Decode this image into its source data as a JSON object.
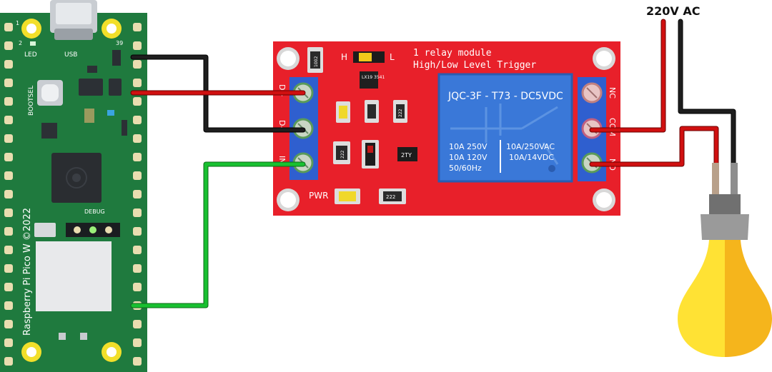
{
  "supply": {
    "label": "220V AC"
  },
  "pico": {
    "name": "Raspberry Pi Pico W ©2022",
    "led_label": "LED",
    "usb_label": "USB",
    "bootsel_label": "BOOTSEL",
    "debug_label": "DEBUG",
    "pin_1": "1",
    "pin_2": "2",
    "pin_39": "39"
  },
  "relay": {
    "title_line1": "1 relay module",
    "title_line2": "High/Low Level Trigger",
    "jumper_high": "H",
    "jumper_low": "L",
    "pwr_label": "PWR",
    "chip_label": "LX19 3541",
    "resistor_1002": "1002",
    "resistor_222": "222",
    "transistor": "2TY",
    "input_pins": [
      "D+",
      "D-",
      "IN"
    ],
    "output_pins": [
      "NC",
      "COM",
      "NO"
    ],
    "relay_model": "JQC-3F - T73 - DC5VDC",
    "rating_left": [
      "10A 250V",
      "10A 120V",
      "50/60Hz"
    ],
    "rating_right": [
      "10A/250VAC",
      "10A/14VDC"
    ]
  },
  "colors": {
    "pico_board": "#1f7a3e",
    "relay_board": "#e8202a",
    "relay_body": "#3a78d8",
    "wire_red": "#d01010",
    "wire_black": "#151515",
    "wire_green": "#18c030",
    "bulb_light": "#ffe234",
    "bulb_shade": "#f5b51c"
  }
}
